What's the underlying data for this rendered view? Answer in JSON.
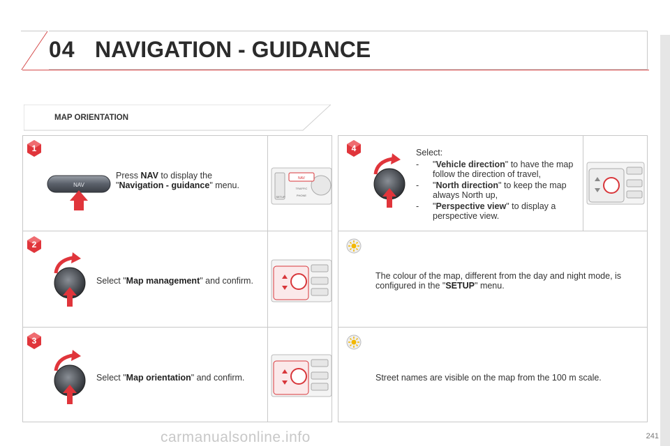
{
  "header": {
    "chapter_number": "04",
    "title": "NAVIGATION - GUIDANCE"
  },
  "section": {
    "title": "MAP ORIENTATION"
  },
  "steps": [
    {
      "number": "1",
      "prefix": "Press ",
      "key": "NAV",
      "mid": " to display the",
      "quote_open": "\"",
      "target": "Navigation - guidance",
      "suffix": "\" menu.",
      "button_label": "NAV"
    },
    {
      "number": "2",
      "prefix": "Select \"",
      "target": "Map management",
      "suffix": "\" and confirm."
    },
    {
      "number": "3",
      "prefix": "Select \"",
      "target": "Map orientation",
      "suffix": "\" and confirm."
    },
    {
      "number": "4",
      "intro": "Select:",
      "options": [
        {
          "dash": "-",
          "open": "\"",
          "name": "Vehicle direction",
          "rest": "\" to have the map follow the direction of travel,"
        },
        {
          "dash": "-",
          "open": "\"",
          "name": "North direction",
          "rest": "\" to keep the map always North up,"
        },
        {
          "dash": "-",
          "open": "\"",
          "name": "Perspective view",
          "rest": "\" to display a perspective view."
        }
      ]
    }
  ],
  "tips": [
    {
      "prefix": "The colour of the map, different from the day and night mode, is configured in the \"",
      "key": "SETUP",
      "suffix": "\" menu."
    },
    {
      "text": "Street names are visible on the map from the 100 m scale."
    }
  ],
  "dashboard_labels": {
    "setup": "SETUP",
    "traffic": "TRAFFIC",
    "phone": "PHONE",
    "nav": "NAV"
  },
  "page_number": "241",
  "watermark": "carmanualsonline.info",
  "colors": {
    "accent_red": "#d8363a",
    "bubble_red": "#e0353b",
    "tip_yellow": "#f2b700"
  }
}
